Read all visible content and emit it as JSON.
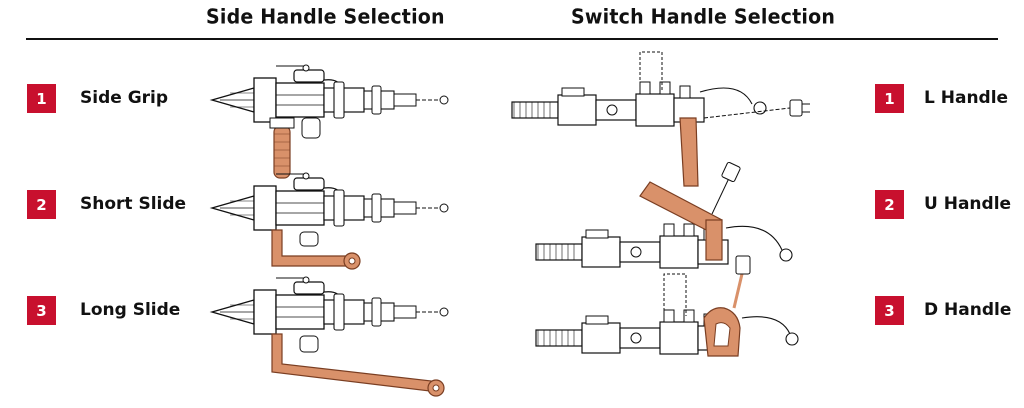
{
  "side": {
    "title": "Side Handle Selection",
    "options": [
      {
        "number": "1",
        "label": "Side Grip"
      },
      {
        "number": "2",
        "label": "Short Slide"
      },
      {
        "number": "3",
        "label": "Long Slide"
      }
    ]
  },
  "switch": {
    "title": "Switch Handle Selection",
    "options": [
      {
        "number": "1",
        "label": "L Handle"
      },
      {
        "number": "2",
        "label": "U Handle"
      },
      {
        "number": "3",
        "label": "D Handle"
      }
    ]
  },
  "colors": {
    "badge": "#c8102e",
    "handle": "#d9916a",
    "handle_stroke": "#7a3e22",
    "line": "#111111"
  }
}
